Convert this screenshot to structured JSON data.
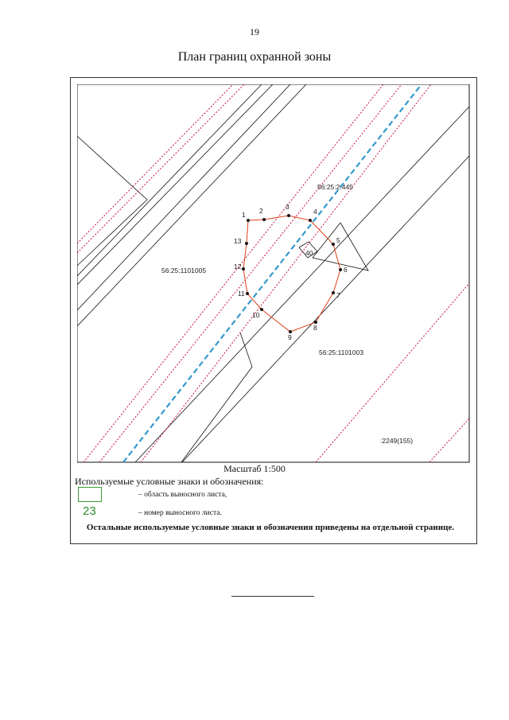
{
  "page_number": "19",
  "title": "План границ охранной зоны",
  "map": {
    "parcels": [
      "56:25:2:445",
      "56:25:1101005",
      "56:25:1101003",
      ":2249(155)"
    ],
    "object_label": "40",
    "point_labels": [
      "1",
      "2",
      "3",
      "4",
      "5",
      "6",
      "7",
      "8",
      "9",
      "10",
      "11",
      "12",
      "13"
    ],
    "colors": {
      "boundary": "#e0401a",
      "road": "#c8123a",
      "axis": "#3399cc",
      "lines": "#111111"
    }
  },
  "scale": "Масштаб 1:500",
  "legend": {
    "title": "Используемые условные знаки и обозначения:",
    "items": [
      {
        "symbol": "",
        "text": "– область выносного листа,"
      },
      {
        "symbol": "23",
        "text": "– номер выносного листа."
      }
    ]
  },
  "note": "Остальные используемые условные знаки и обозначения приведены на отдельной странице."
}
